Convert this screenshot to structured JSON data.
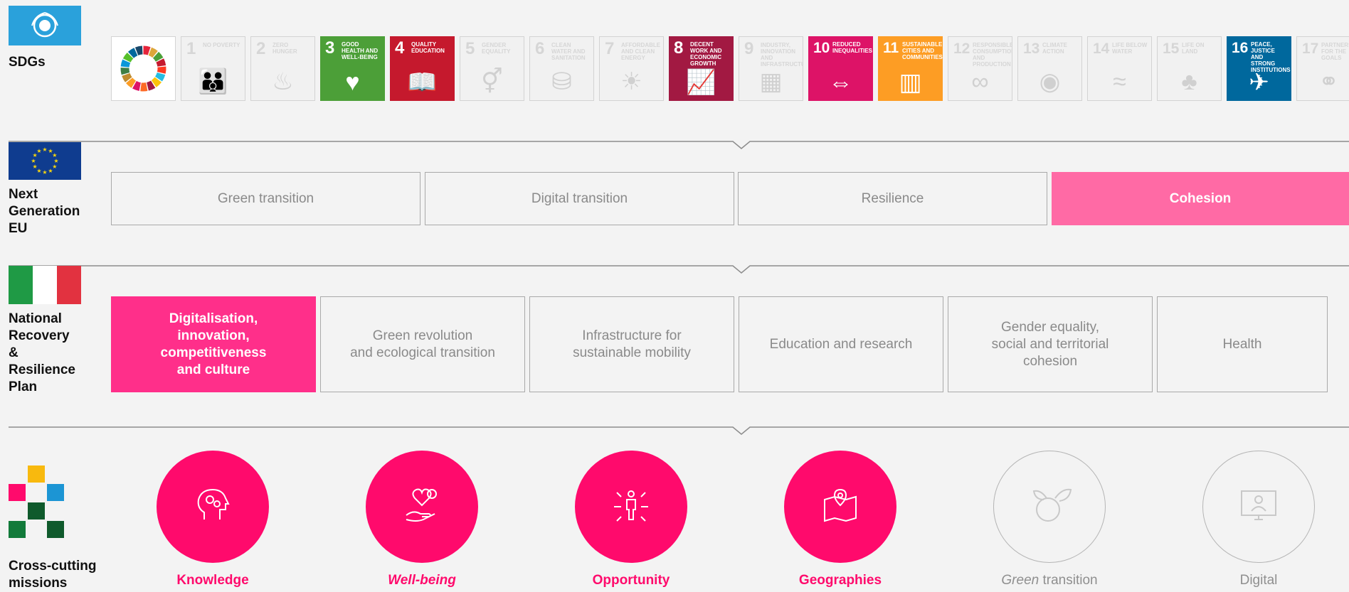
{
  "rows": {
    "sdgs": {
      "label": "SDGs",
      "flag_icon": "un-emblem-icon"
    },
    "ngeu": {
      "label": "Next\nGeneration\nEU",
      "flag_icon": "eu-flag-icon"
    },
    "nrrp": {
      "label": "National\nRecovery\n&\nResilience\nPlan",
      "flag_icon": "italy-flag-icon"
    },
    "missions": {
      "label": "Cross-cutting\nmissions",
      "flag_icon": "mosaic-logo-icon"
    }
  },
  "sdgs": [
    {
      "num": "",
      "title": "",
      "active": true,
      "color": "#ffffff",
      "icon": "sdg-wheel-icon"
    },
    {
      "num": "1",
      "title": "No poverty",
      "active": false,
      "icon": "family-icon"
    },
    {
      "num": "2",
      "title": "Zero hunger",
      "active": false,
      "icon": "bowl-icon"
    },
    {
      "num": "3",
      "title": "Good health and well-being",
      "active": true,
      "color": "#4c9f38",
      "icon": "heartbeat-icon"
    },
    {
      "num": "4",
      "title": "Quality education",
      "active": true,
      "color": "#c5192d",
      "icon": "book-pen-icon"
    },
    {
      "num": "5",
      "title": "Gender equality",
      "active": false,
      "icon": "gender-icon"
    },
    {
      "num": "6",
      "title": "Clean water and sanitation",
      "active": false,
      "icon": "water-glass-icon"
    },
    {
      "num": "7",
      "title": "Affordable and clean energy",
      "active": false,
      "icon": "sun-icon"
    },
    {
      "num": "8",
      "title": "Decent work and economic growth",
      "active": true,
      "color": "#a21942",
      "icon": "growth-chart-icon"
    },
    {
      "num": "9",
      "title": "Industry, innovation and infrastructure",
      "active": false,
      "icon": "cubes-icon"
    },
    {
      "num": "10",
      "title": "Reduced inequalities",
      "active": true,
      "color": "#dd1367",
      "icon": "equality-arrows-icon"
    },
    {
      "num": "11",
      "title": "Sustainable cities and communities",
      "active": true,
      "color": "#fd9d24",
      "icon": "city-icon"
    },
    {
      "num": "12",
      "title": "Responsible consumption and production",
      "active": false,
      "icon": "infinity-icon"
    },
    {
      "num": "13",
      "title": "Climate action",
      "active": false,
      "icon": "eye-globe-icon"
    },
    {
      "num": "14",
      "title": "Life below water",
      "active": false,
      "icon": "fish-icon"
    },
    {
      "num": "15",
      "title": "Life on land",
      "active": false,
      "icon": "tree-icon"
    },
    {
      "num": "16",
      "title": "Peace, justice and strong institutions",
      "active": true,
      "color": "#00689d",
      "icon": "dove-gavel-icon"
    },
    {
      "num": "17",
      "title": "Partnerships for the goals",
      "active": false,
      "icon": "rings-icon"
    }
  ],
  "ngeu": [
    {
      "label": "Green transition",
      "active": false
    },
    {
      "label": "Digital transition",
      "active": false
    },
    {
      "label": "Resilience",
      "active": false
    },
    {
      "label": "Cohesion",
      "active": true
    }
  ],
  "nrrp": [
    {
      "label": "Digitalisation,\ninnovation,\ncompetitiveness\nand culture",
      "active": true
    },
    {
      "label": "Green revolution\nand ecological transition",
      "active": false
    },
    {
      "label": "Infrastructure for\nsustainable mobility",
      "active": false
    },
    {
      "label": "Education and research",
      "active": false
    },
    {
      "label": "Gender equality,\nsocial and territorial\ncohesion",
      "active": false
    },
    {
      "label": "Health",
      "active": false
    }
  ],
  "missions": [
    {
      "label": "Knowledge",
      "active": true,
      "icon": "head-gears-icon"
    },
    {
      "label": "Well-being",
      "active": true,
      "icon": "hand-heart-icon"
    },
    {
      "label": "Opportunity",
      "active": true,
      "icon": "person-arrows-icon"
    },
    {
      "label": "Geographies",
      "active": true,
      "icon": "map-pin-icon"
    },
    {
      "label": "Green transition",
      "active": false,
      "icon": "globe-leaves-icon"
    },
    {
      "label": "Digital",
      "active": false,
      "icon": "monitor-user-icon"
    }
  ],
  "colors": {
    "cohesion_pink": "#ff6aa5",
    "nrrp_active_pink": "#ff2f8a",
    "mission_pink": "#ff0a6c",
    "eu_blue": "#0f3c8f",
    "un_blue": "#1f9fd9"
  }
}
